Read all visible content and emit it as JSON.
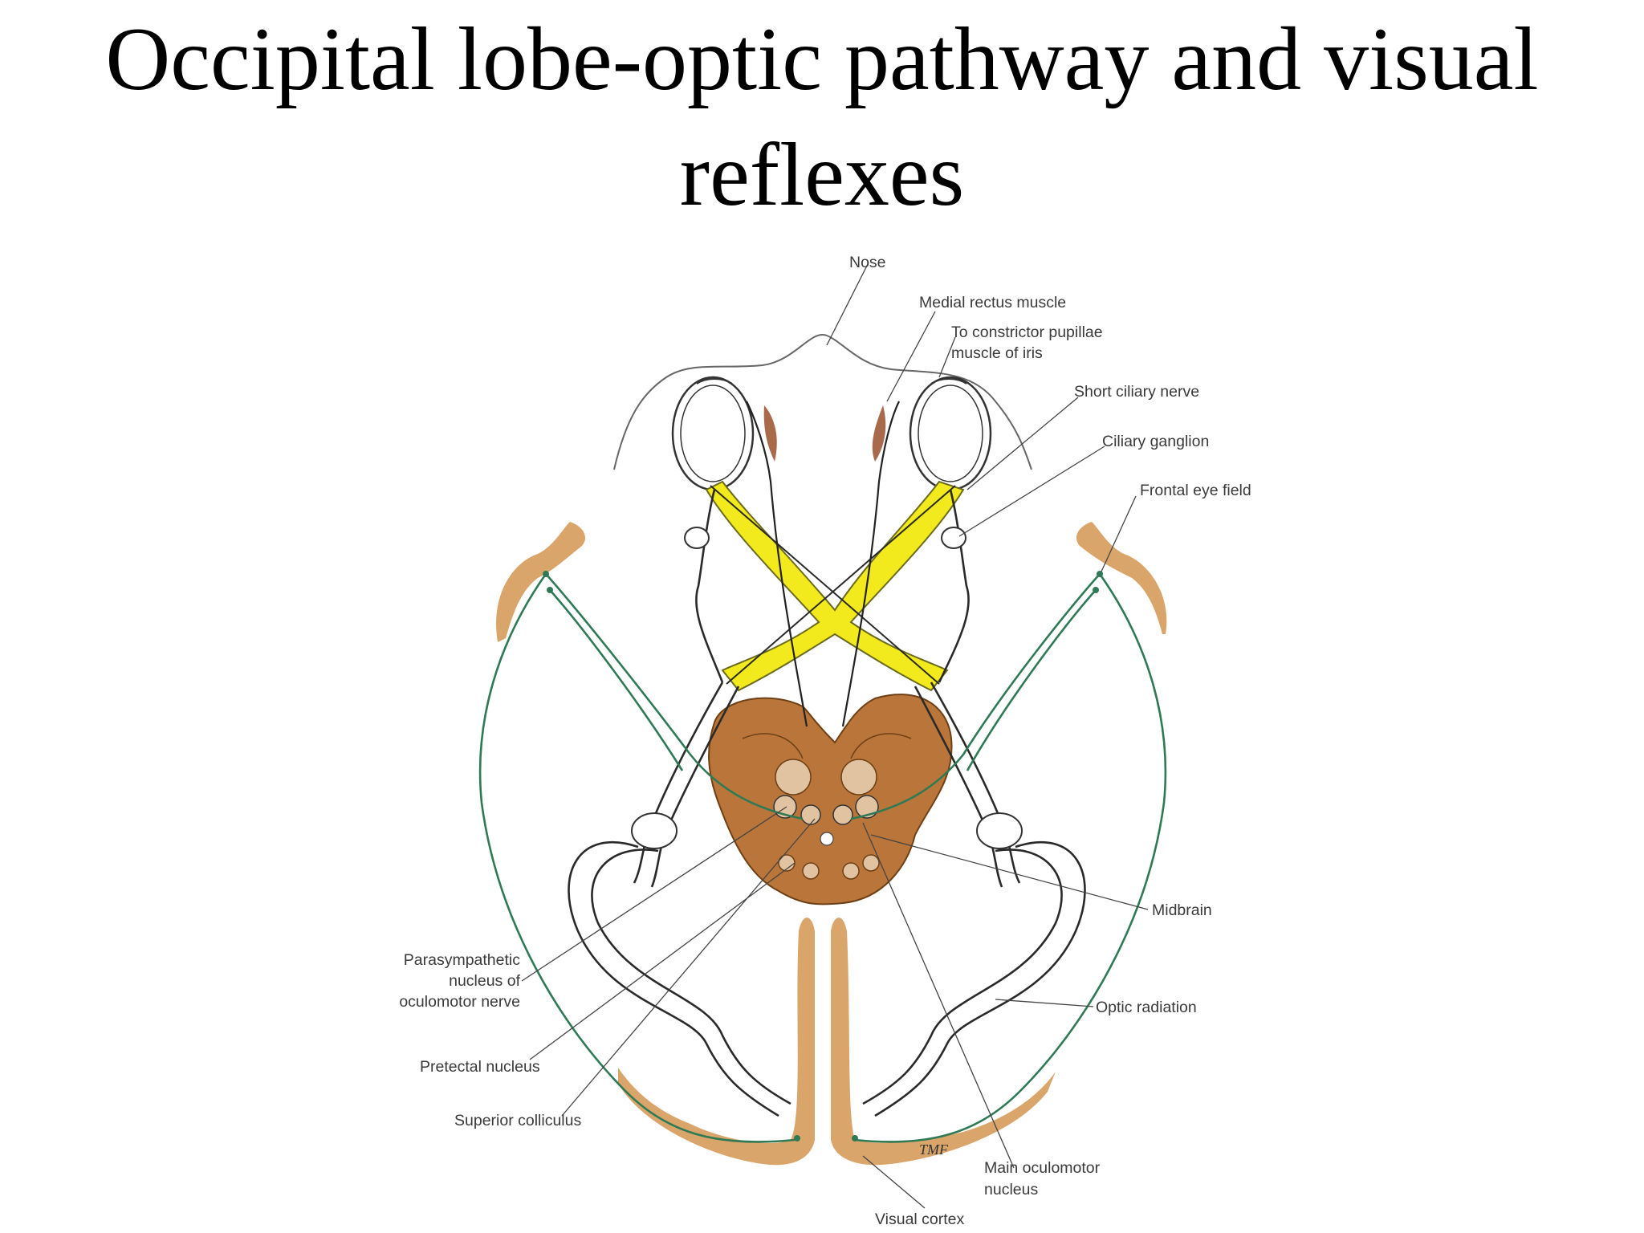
{
  "title": {
    "line1": "Occipital lobe-optic pathway and visual",
    "line2": "reflexes"
  },
  "labels": {
    "nose": "Nose",
    "medial_rectus": "Medial rectus muscle",
    "constrictor_1": "To constrictor pupillae",
    "constrictor_2": "muscle of iris",
    "short_ciliary": "Short ciliary nerve",
    "ciliary_ganglion": "Ciliary ganglion",
    "frontal_eye_field": "Frontal eye field",
    "midbrain": "Midbrain",
    "parasympathetic_1": "Parasympathetic",
    "parasympathetic_2": "nucleus of",
    "parasympathetic_3": "oculomotor nerve",
    "optic_radiation": "Optic radiation",
    "pretectal_nucleus": "Pretectal nucleus",
    "superior_colliculus": "Superior colliculus",
    "main_oculomotor_1": "Main oculomotor",
    "main_oculomotor_2": "nucleus",
    "visual_cortex": "Visual cortex",
    "signature": "TMF"
  },
  "colors": {
    "chiasm_yellow": "#f2ea1c",
    "midbrain_brown": "#b9753a",
    "cortex_tan": "#d9a56a",
    "reflex_green": "#2f7a55",
    "muscle_red": "#a86a4a"
  }
}
